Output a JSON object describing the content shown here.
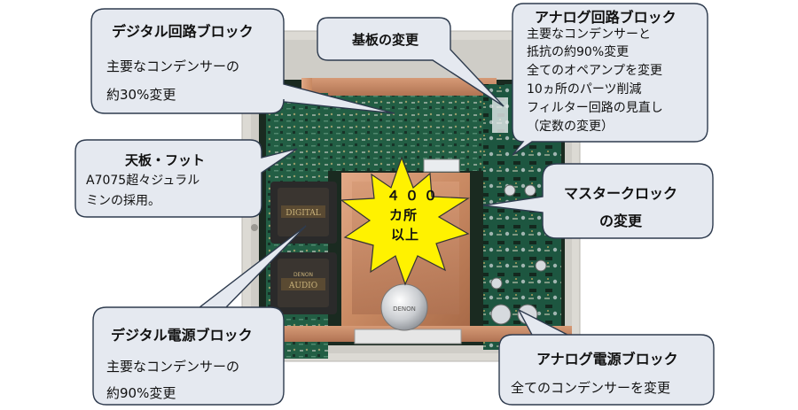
{
  "callouts": {
    "digital_circuit": {
      "title": "デジタル回路ブロック",
      "lines": [
        "主要なコンデンサーの",
        "約30%変更"
      ]
    },
    "board": {
      "title": "基板の変更"
    },
    "analog_circuit": {
      "title": "アナログ回路ブロック",
      "lines": [
        "主要なコンデンサーと",
        "抵抗の約90%変更",
        "全てのオペアンプを変更",
        "10ヵ所のパーツ削減",
        "フィルター回路の見直し",
        "（定数の変更）"
      ]
    },
    "top_plate": {
      "title": "天板・フット",
      "lines": [
        "A7075超々ジュラル",
        "ミンの採用。"
      ]
    },
    "master_clock": {
      "title": "マスタークロック",
      "lines": [
        "の変更"
      ]
    },
    "digital_power": {
      "title": "デジタル電源ブロック",
      "lines": [
        "主要なコンデンサーの",
        "約90%変更"
      ]
    },
    "analog_power": {
      "title": "アナログ電源ブロック",
      "lines": [
        "全てのコンデンサーを変更"
      ]
    }
  },
  "burst": {
    "lines": [
      "４００",
      "カ所",
      "以上"
    ]
  },
  "photo_labels": {
    "transformer_top": "DIGITAL",
    "transformer_bottom": "AUDIO",
    "brand": "DENON",
    "knob": "DENON"
  },
  "colors": {
    "copper": "#c98a63",
    "pcb": "#1f5a40",
    "burst": "#fff200",
    "callout_fill": "#e5e9f0",
    "callout_border": "#2e3b4e",
    "chassis": "#d8d6d0"
  }
}
